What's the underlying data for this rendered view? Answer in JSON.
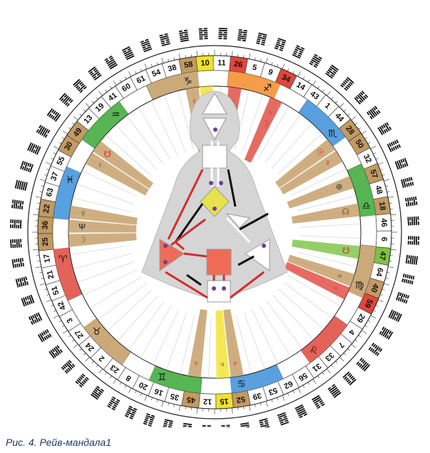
{
  "caption": "Рис. 4. Рейв-мандала1",
  "gate_wheel": [
    {
      "gate": "41",
      "color": ""
    },
    {
      "gate": "60",
      "color": ""
    },
    {
      "gate": "61",
      "color": ""
    },
    {
      "gate": "54",
      "color": ""
    },
    {
      "gate": "38",
      "color": ""
    },
    {
      "gate": "58",
      "color": "#c39a62"
    },
    {
      "gate": "10",
      "color": "#f2e22a"
    },
    {
      "gate": "11",
      "color": ""
    },
    {
      "gate": "26",
      "color": "#e0463c"
    },
    {
      "gate": "5",
      "color": ""
    },
    {
      "gate": "9",
      "color": ""
    },
    {
      "gate": "34",
      "color": "#e0463c"
    },
    {
      "gate": "14",
      "color": ""
    },
    {
      "gate": "43",
      "color": ""
    },
    {
      "gate": "1",
      "color": ""
    },
    {
      "gate": "44",
      "color": ""
    },
    {
      "gate": "28",
      "color": "#c39a62"
    },
    {
      "gate": "50",
      "color": "#c39a62"
    },
    {
      "gate": "32",
      "color": ""
    },
    {
      "gate": "57",
      "color": "#c39a62"
    },
    {
      "gate": "48",
      "color": ""
    },
    {
      "gate": "18",
      "color": "#c39a62"
    },
    {
      "gate": "46",
      "color": ""
    },
    {
      "gate": "6",
      "color": ""
    },
    {
      "gate": "47",
      "color": "#7cc242"
    },
    {
      "gate": "64",
      "color": ""
    },
    {
      "gate": "40",
      "color": "#c39a62"
    },
    {
      "gate": "59",
      "color": "#e0463c"
    },
    {
      "gate": "29",
      "color": ""
    },
    {
      "gate": "4",
      "color": ""
    },
    {
      "gate": "7",
      "color": ""
    },
    {
      "gate": "33",
      "color": ""
    },
    {
      "gate": "31",
      "color": ""
    },
    {
      "gate": "56",
      "color": ""
    },
    {
      "gate": "62",
      "color": ""
    },
    {
      "gate": "53",
      "color": ""
    },
    {
      "gate": "39",
      "color": ""
    },
    {
      "gate": "52",
      "color": "#c39a62"
    },
    {
      "gate": "15",
      "color": "#f2e22a"
    },
    {
      "gate": "12",
      "color": ""
    },
    {
      "gate": "45",
      "color": "#c39a62"
    },
    {
      "gate": "35",
      "color": ""
    },
    {
      "gate": "16",
      "color": ""
    },
    {
      "gate": "20",
      "color": ""
    },
    {
      "gate": "8",
      "color": ""
    },
    {
      "gate": "23",
      "color": ""
    },
    {
      "gate": "2",
      "color": ""
    },
    {
      "gate": "24",
      "color": ""
    },
    {
      "gate": "27",
      "color": ""
    },
    {
      "gate": "3",
      "color": ""
    },
    {
      "gate": "42",
      "color": ""
    },
    {
      "gate": "51",
      "color": ""
    },
    {
      "gate": "21",
      "color": ""
    },
    {
      "gate": "17",
      "color": ""
    },
    {
      "gate": "25",
      "color": "#c39a62"
    },
    {
      "gate": "36",
      "color": "#c39a62"
    },
    {
      "gate": "22",
      "color": "#c39a62"
    },
    {
      "gate": "63",
      "color": ""
    },
    {
      "gate": "37",
      "color": ""
    },
    {
      "gate": "55",
      "color": ""
    },
    {
      "gate": "30",
      "color": "#c39a62"
    },
    {
      "gate": "49",
      "color": "#c39a62"
    },
    {
      "gate": "13",
      "color": ""
    },
    {
      "gate": "19",
      "color": ""
    }
  ],
  "zodiac_ring": [
    {
      "sign": "♑",
      "color": "#c39a62"
    },
    {
      "sign": "♐",
      "color": "#f28c28"
    },
    {
      "sign": "♏",
      "color": "#3b8fd9"
    },
    {
      "sign": "♎",
      "color": "#3aa935"
    },
    {
      "sign": "♍",
      "color": "#c39a62"
    },
    {
      "sign": "♌",
      "color": "#e0463c"
    },
    {
      "sign": "♋",
      "color": "#3b8fd9"
    },
    {
      "sign": "♊",
      "color": "#3aa935"
    },
    {
      "sign": "♉",
      "color": "#c39a62"
    },
    {
      "sign": "♈",
      "color": "#e0463c"
    },
    {
      "sign": "♓",
      "color": "#3b8fd9"
    },
    {
      "sign": "♒",
      "color": "#3aa935"
    }
  ],
  "planet_markers": [
    {
      "label": "♀",
      "color": "#d22d2d"
    },
    {
      "label": "♂",
      "color": "#d22d2d"
    },
    {
      "label": "♄",
      "color": "#7a5a2a"
    },
    {
      "label": "♄",
      "color": "#d22d2d"
    },
    {
      "label": "☉",
      "color": "#d22d2d"
    },
    {
      "label": "☿",
      "color": "#d22d2d"
    },
    {
      "label": "⊕",
      "color": "#555555"
    },
    {
      "label": "☊",
      "color": "#7a5a2a"
    },
    {
      "label": "☋",
      "color": "#d22d2d"
    },
    {
      "label": "♅",
      "color": "#444444"
    },
    {
      "label": "♃",
      "color": "#d22d2d"
    },
    {
      "label": "♅",
      "color": "#d22d2d"
    },
    {
      "label": "♃",
      "color": "#444444"
    },
    {
      "label": "♆",
      "color": "#d22d2d"
    },
    {
      "label": "☽",
      "color": "#7a5a2a"
    },
    {
      "label": "Ψ",
      "color": "#444444"
    },
    {
      "label": "☿",
      "color": "#444444"
    },
    {
      "label": "♇",
      "color": "#444444"
    },
    {
      "label": "☋",
      "color": "#d22d2d"
    },
    {
      "label": "♂",
      "color": "#444444"
    },
    {
      "label": "P",
      "color": "#d22d2d"
    },
    {
      "label": "⊕",
      "color": "#d22d2d"
    },
    {
      "label": "☽",
      "color": "#d22d2d"
    }
  ]
}
